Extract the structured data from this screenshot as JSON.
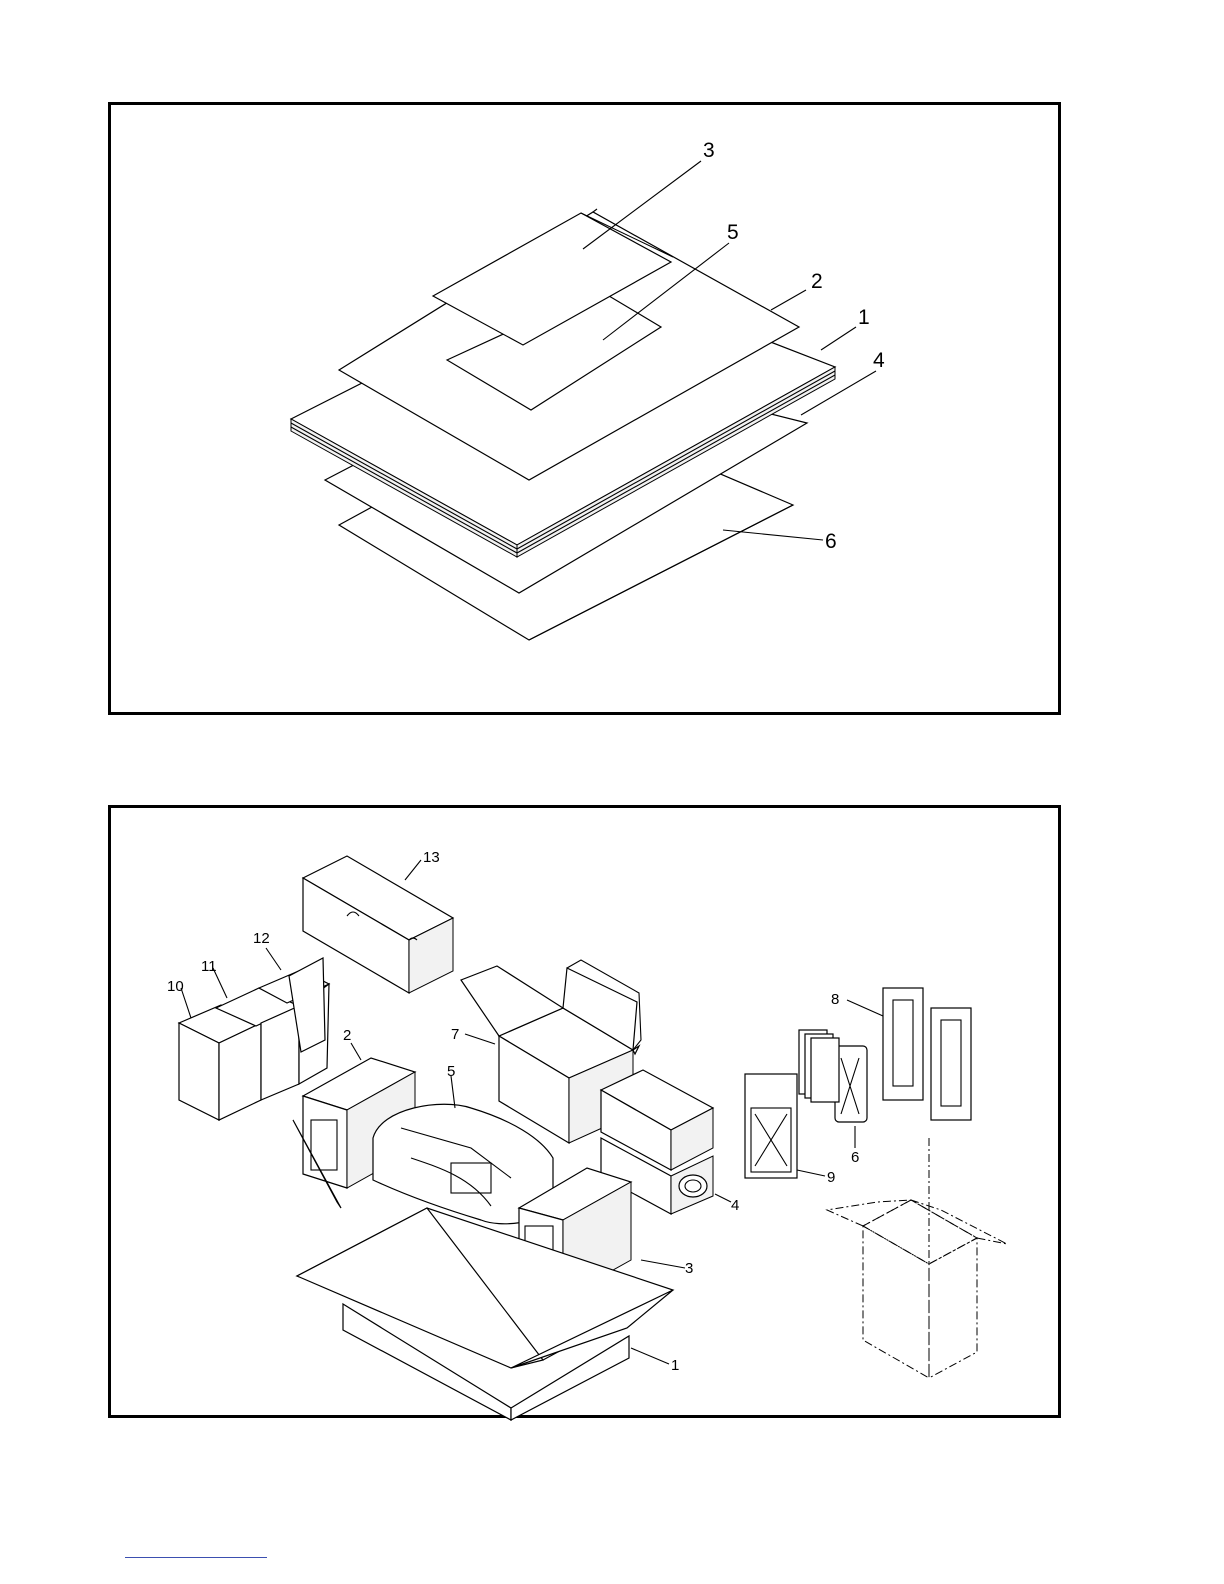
{
  "top_figure": {
    "callouts": [
      "3",
      "5",
      "2",
      "1",
      "4",
      "6"
    ]
  },
  "bottom_figure": {
    "callouts": [
      "13",
      "12",
      "11",
      "10",
      "2",
      "7",
      "5",
      "8",
      "6",
      "9",
      "4",
      "3",
      "1"
    ]
  },
  "colors": {
    "frame": "#000000",
    "footer_rule": "#3b4fb0"
  }
}
